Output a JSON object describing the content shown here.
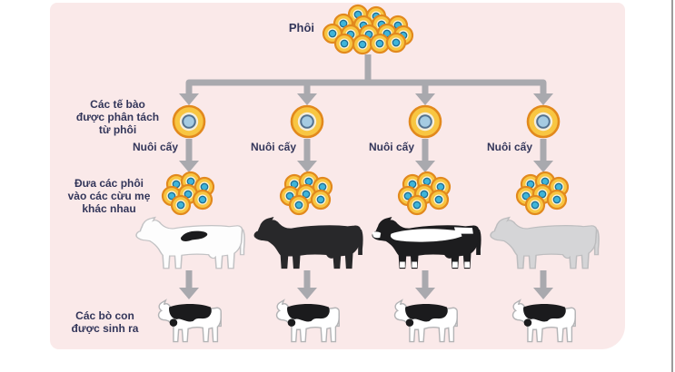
{
  "labels": {
    "embryo": "Phôi",
    "separated_cells": "Các tế bào\nđược phân tách\ntừ phôi",
    "implant": "Đưa các phôi\nvào các cừu mẹ\nkhác nhau",
    "offspring": "Các bò con\nđược sinh ra"
  },
  "columns": [
    {
      "culture_label": "Nuôi cấy",
      "mother_cow": "white-cow-with-black-patch",
      "calf": "black-white-calf"
    },
    {
      "culture_label": "Nuôi cấy",
      "mother_cow": "black-cow",
      "calf": "black-white-calf"
    },
    {
      "culture_label": "Nuôi cấy",
      "mother_cow": "black-white-holstein-cow",
      "calf": "black-white-calf"
    },
    {
      "culture_label": "Nuôi cấy",
      "mother_cow": "gray-cow",
      "calf": "black-white-calf"
    }
  ],
  "icons": {
    "embryo_cluster": "cluster of orange-ringed cells with teal centers",
    "embryo_cell": "single orange-ringed cell with blue center",
    "cultured_embryos": "small cluster of orange-ringed cells",
    "down_arrow": "thick gray downward arrow"
  },
  "colors": {
    "panel_background": "#fae9e9",
    "arrow": "#a9a9ae",
    "text": "#33365a",
    "cell_ring": "#e2891d",
    "cell_fill": "#f8c642",
    "cell_pale": "#fdf4da",
    "cell_center_teal": "#3fb5da",
    "cell_center_dark": "#1f6f94",
    "single_cell_center": "#a5cbe2",
    "cow_black": "#28282a",
    "cow_gray": "#d5d5d7",
    "cow_white": "#fdfdfd"
  }
}
